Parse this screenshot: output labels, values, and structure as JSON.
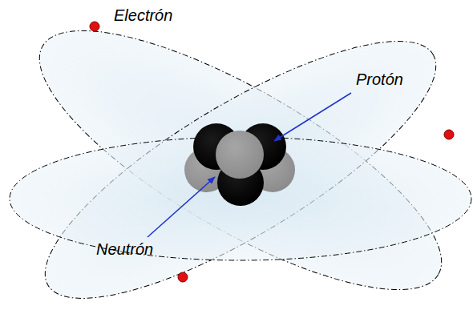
{
  "diagram": {
    "labels": [
      "Electrón",
      "Protón",
      "Neutrón"
    ]
  }
}
